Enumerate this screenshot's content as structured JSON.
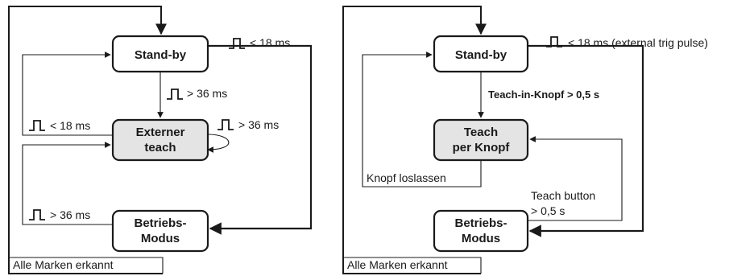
{
  "left": {
    "states": {
      "standby": "Stand-by",
      "teach_line1": "Externer",
      "teach_line2": "teach",
      "run_line1": "Betriebs-",
      "run_line2": "Modus"
    },
    "labels": {
      "pulse_lt18": "< 18 ms",
      "pulse_gt36_down": "> 36 ms",
      "pulse_lt18_left": "< 18 ms",
      "pulse_gt36_loop": "> 36 ms",
      "pulse_gt36_run": "> 36 ms",
      "all_marks": "Alle Marken erkannt"
    }
  },
  "right": {
    "states": {
      "standby": "Stand-by",
      "teach_line1": "Teach",
      "teach_line2": "per Knopf",
      "run_line1": "Betriebs-",
      "run_line2": "Modus"
    },
    "labels": {
      "pulse_external": "< 18 ms (external trig pulse)",
      "teach_in": "Teach-in-Knopf > 0,5 s",
      "release": "Knopf loslassen",
      "teach_button_1": "Teach button",
      "teach_button_2": "> 0,5 s",
      "all_marks": "Alle Marken erkannt"
    }
  }
}
